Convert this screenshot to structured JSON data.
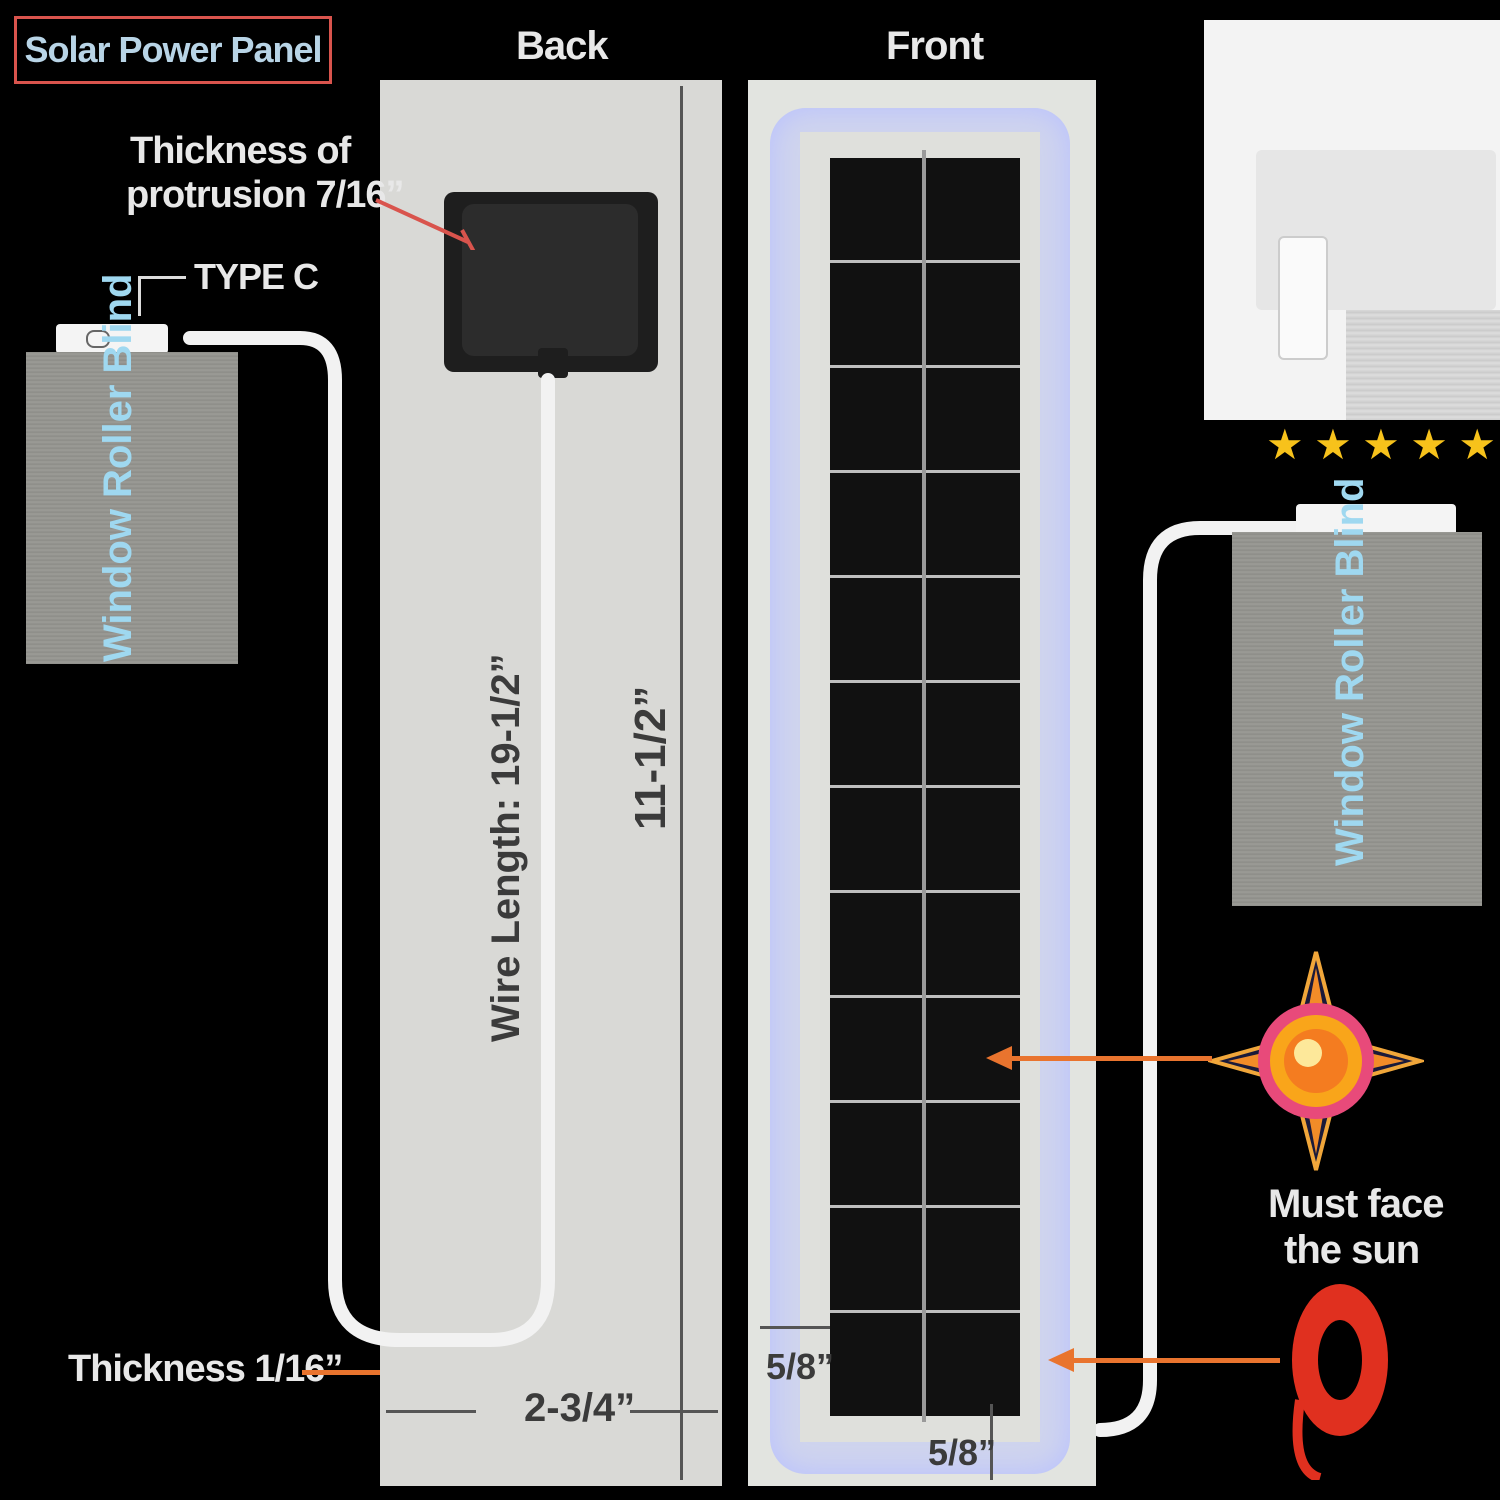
{
  "title": "Solar Power Panel",
  "views": {
    "back": "Back",
    "front": "Front"
  },
  "labels": {
    "protrusion_line1": "Thickness of",
    "protrusion_line2": "protrusion 7/16”",
    "connector": "TYPE C",
    "blind_left": "Window Roller Blind",
    "blind_right": "Window Roller Blind",
    "wire_length": "Wire Length: 19-1/2”",
    "height": "11-1/2”",
    "thickness": "Thickness 1/16”",
    "width": "2-3/4”",
    "margin_side": "5/8”",
    "margin_bottom": "5/8”",
    "sun_line1": "Must face",
    "sun_line2": "the sun"
  },
  "rating": {
    "stars": 5,
    "max": 5
  },
  "colors": {
    "accent_arrow": "#e9742e",
    "title_border": "#d9544d",
    "star": "#f7c21b"
  },
  "icons": [
    "sun-compass-icon",
    "tape-roll-icon",
    "star-icon"
  ]
}
